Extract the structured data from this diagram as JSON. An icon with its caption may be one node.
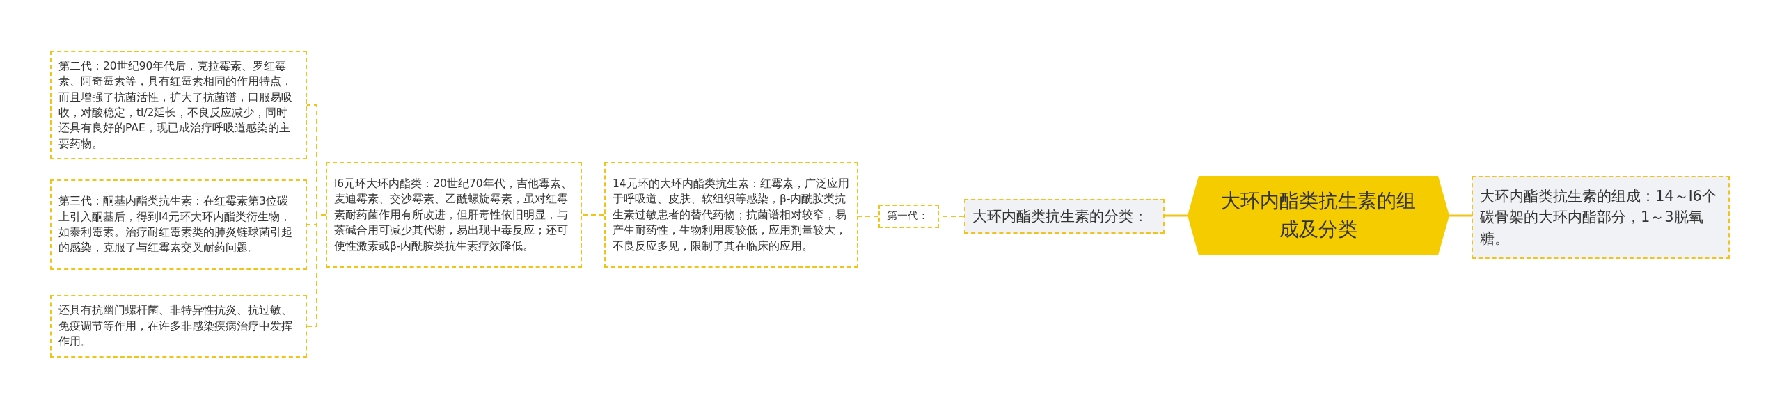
{
  "diagram": {
    "nodes": [
      {
        "text": [
          "大环内酯类抗生素的组成及分类"
        ]
      },
      {
        "text": [
          "大环内酯类抗生素的组成：14～l6个碳骨架的大环内酯部分，1～3脱氧糖。"
        ]
      },
      {
        "text": [
          "大环内酯类抗生素的分类："
        ]
      },
      {
        "text": [
          "第一代："
        ]
      },
      {
        "text": [
          "14元环的大环内酯类抗生素：红霉素，广泛应用于呼吸道、皮肤、软组织等感染，β-内酰胺类抗生素过敏患者的替代药物；抗菌谱相对较窄，易产生耐药性，生物利用度较低，应用剂量较大，不良反应多见，限制了其在临床的应用。"
        ]
      },
      {
        "text": [
          "l6元环大环内酯类：20世纪70年代，吉他霉素、麦迪霉素、交沙霉素、乙酰螺旋霉素，虽对红霉素耐药菌作用有所改进，但肝毒性依旧明显，与茶碱合用可减少其代谢，易出现中毒反应；还可使性激素或β-内酰胺类抗生素疗效降低。"
        ]
      },
      {
        "text": [
          "第二代：20世纪90年代后，克拉霉素、罗红霉素、阿奇霉素等，具有红霉素相同的作用特点，而且增强了抗菌活性，扩大了抗菌谱，口服易吸收，对酸稳定，tl/2延长，不良反应减少，同时还具有良好的PAE，现已成治疗呼吸道感染的主要药物。"
        ]
      },
      {
        "text": [
          "第三代：酮基内酯类抗生素：在红霉素第3位碳上引入酮基后，得到l4元环大环内酯类衍生物，如泰利霉素。治疗耐红霉素类的肺炎链球菌引起的感染，克服了与红霉素交叉耐药问题。"
        ]
      },
      {
        "text": [
          "还具有抗幽门螺杆菌、非特异性抗炎、抗过敏、免疫调节等作用，在许多非感染疾病治疗中发挥作用。"
        ]
      }
    ],
    "edges": [
      {
        "from": 0,
        "to": 1,
        "arrow": "none"
      },
      {
        "from": 0,
        "to": 2,
        "arrow": "none"
      },
      {
        "from": 2,
        "to": 3,
        "arrow": "none",
        "style": "dashed"
      },
      {
        "from": 3,
        "to": 4,
        "arrow": "none",
        "style": "dashed"
      },
      {
        "from": 4,
        "to": 5,
        "arrow": "none",
        "style": "dashed"
      },
      {
        "from": 5,
        "to": 6,
        "arrow": "none",
        "style": "dashed"
      },
      {
        "from": 5,
        "to": 7,
        "arrow": "none",
        "style": "dashed"
      },
      {
        "from": 5,
        "to": 8,
        "arrow": "none",
        "style": "dashed"
      }
    ]
  }
}
